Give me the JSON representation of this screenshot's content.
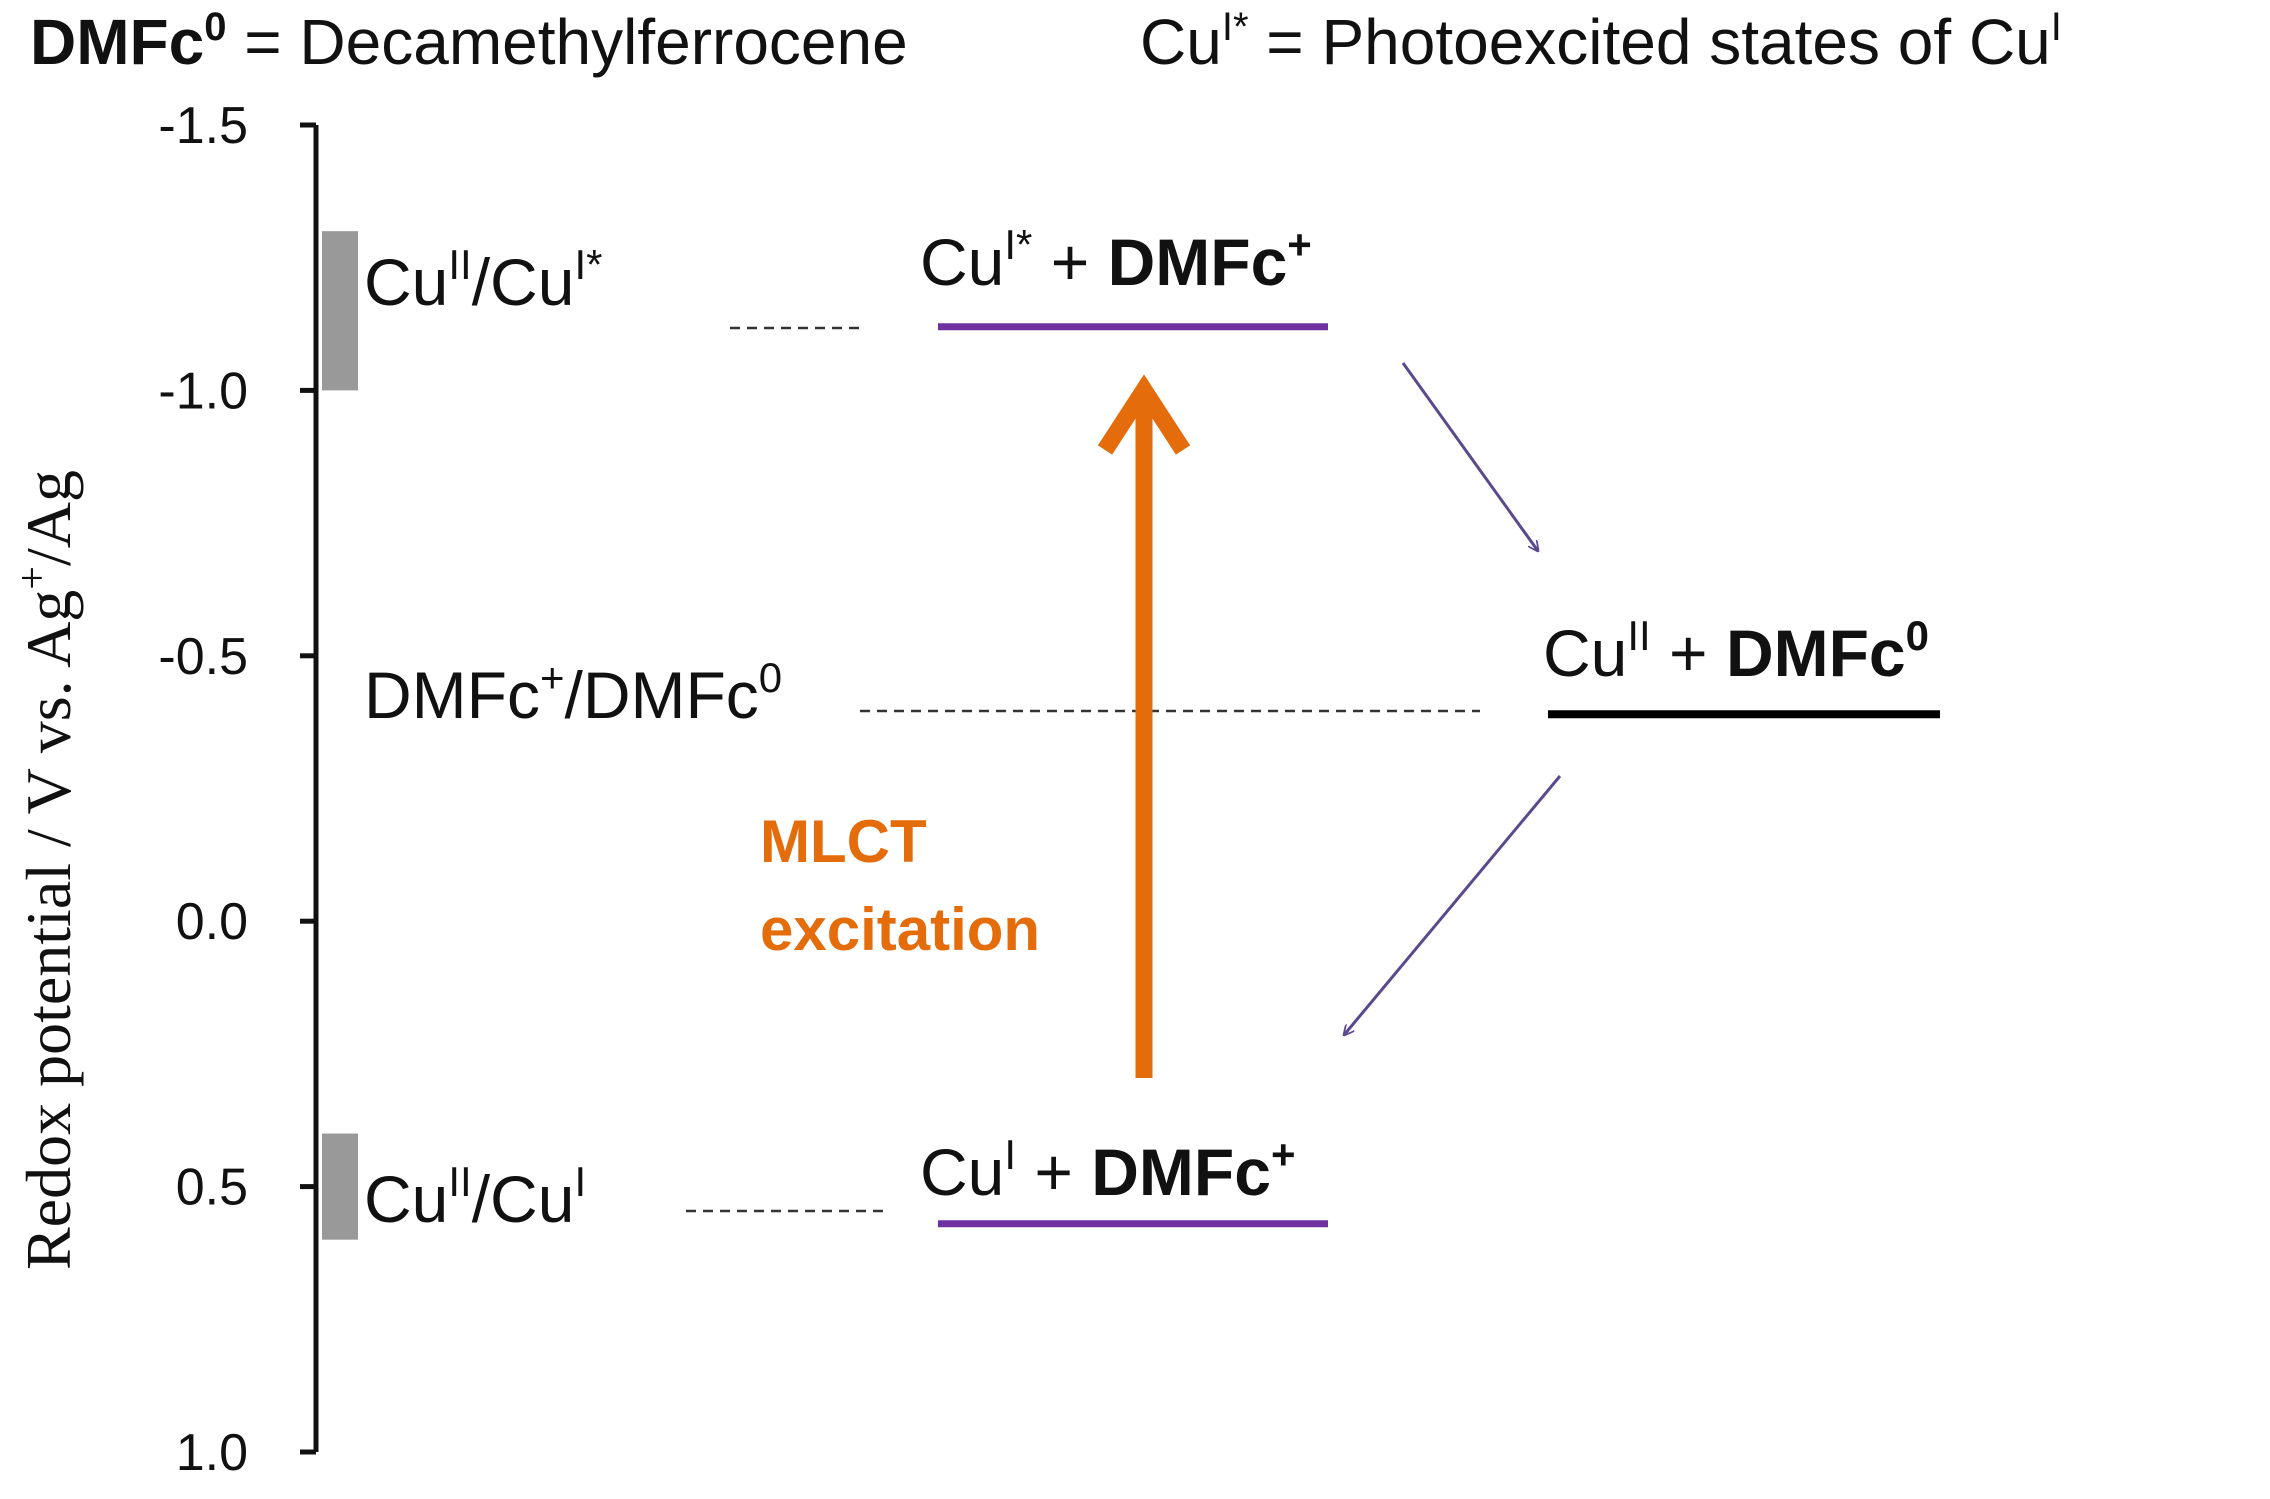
{
  "header": {
    "dmfc_term": "DMFc",
    "dmfc_sup": "0",
    "dmfc_def": " = Decamethylferrocene",
    "cu_term": "Cu",
    "cu_sup": "I",
    "cu_star": "*",
    "cu_def": " = Photoexcited states of Cu",
    "cu_def_sup": "I"
  },
  "axis": {
    "label_main": "Redox potential / V vs. Ag",
    "label_sup": "+",
    "label_tail": "/Ag",
    "ticks": [
      "-1.5",
      "-1.0",
      "-0.5",
      "0.0",
      "0.5",
      "1.0"
    ],
    "range": [
      -1.5,
      1.0
    ],
    "inverted": true
  },
  "couples": {
    "excited": {
      "cu": "Cu",
      "sup_a": "II",
      "slash": "/Cu",
      "sup_b": "I",
      "star": "*",
      "potential_range": [
        -1.3,
        -1.0
      ]
    },
    "dmfc": {
      "main": "DMFc",
      "sup_a": "+",
      "slash": "/DMFc",
      "sup_b": "0",
      "potential": -0.4
    },
    "ground": {
      "cu": "Cu",
      "sup_a": "II",
      "slash": "/Cu",
      "sup_b": "I",
      "potential_range": [
        0.4,
        0.6
      ]
    }
  },
  "states": {
    "top": {
      "cu": "Cu",
      "cu_sup": "I",
      "star": "*",
      "plus": " + ",
      "dmfc": "DMFc",
      "dmfc_sup": "+",
      "potential": -1.12,
      "color": "#7030A0"
    },
    "middle": {
      "cu": "Cu",
      "cu_sup": "II",
      "plus": " + ",
      "dmfc": "DMFc",
      "dmfc_sup": "0",
      "potential": -0.39,
      "color": "#000000"
    },
    "bottom": {
      "cu": "Cu",
      "cu_sup": "I",
      "plus": " + ",
      "dmfc": "DMFc",
      "dmfc_sup": "+",
      "potential": 0.57,
      "color": "#7030A0"
    }
  },
  "excitation": {
    "line1": "MLCT",
    "line2": "excitation",
    "color": "#E46C0A"
  },
  "colors": {
    "axis": "#111111",
    "couple_bar": "#999999",
    "transfer_arrow": "#5B4A8B"
  }
}
